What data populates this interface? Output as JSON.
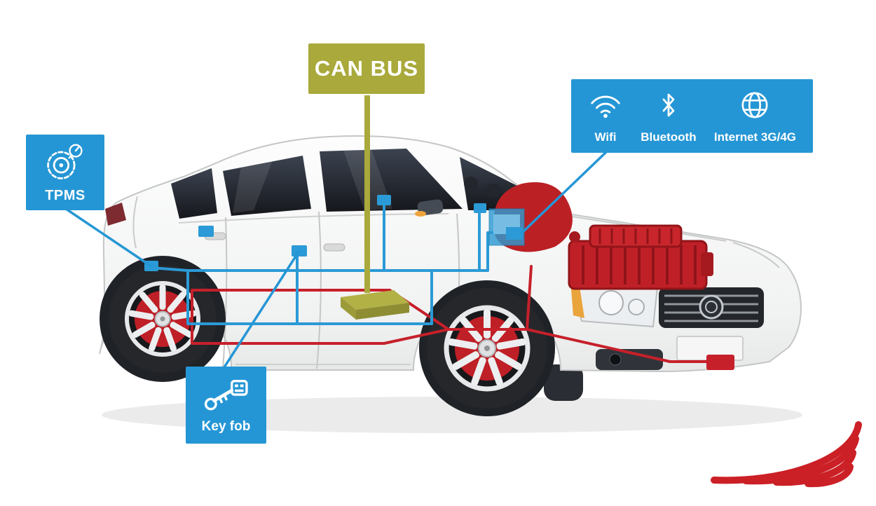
{
  "labels": {
    "can_bus": "CAN BUS",
    "tpms": "TPMS",
    "key_fob": "Key fob",
    "wifi": "Wifi",
    "bluetooth": "Bluetooth",
    "internet": "Internet 3G/4G"
  },
  "colors": {
    "label_blue": "#2596d5",
    "can_bus_olive": "#a9a93c",
    "wire_blue": "#2b9ad6",
    "wire_red": "#c6202a",
    "alert_red": "#cb2026"
  },
  "icons": {
    "tpms": "tpms-tire-pressure-icon",
    "key_fob": "key-fob-icon",
    "wifi": "wifi-icon",
    "bluetooth": "bluetooth-icon",
    "internet": "globe-icon",
    "waves": "radio-waves-icon"
  }
}
